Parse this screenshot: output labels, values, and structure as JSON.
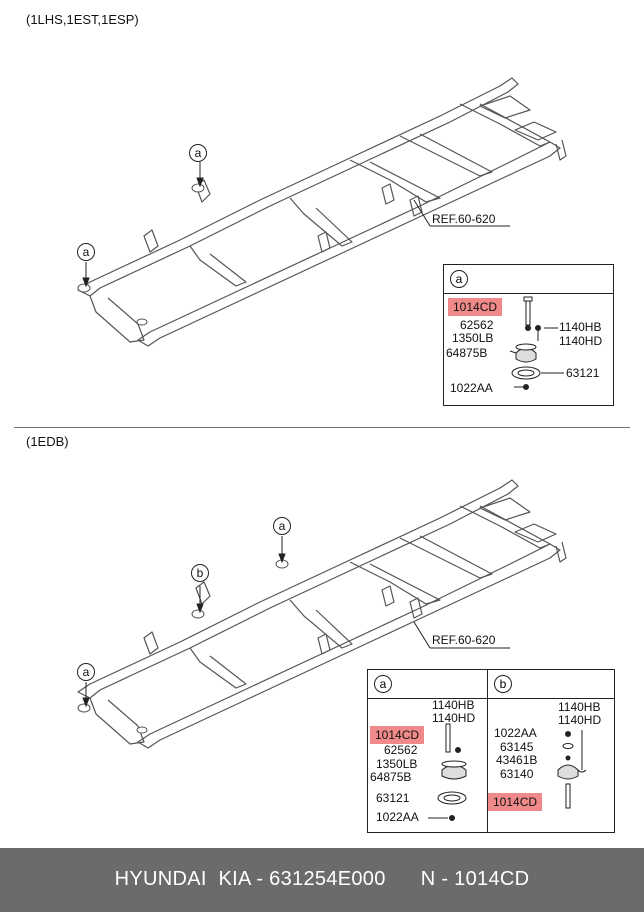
{
  "section_top": {
    "variant_label": "(1LHS,1EST,1ESP)",
    "callouts": [
      "a",
      "a"
    ],
    "ref_label": "REF.60-620",
    "detail_box": {
      "circle": "a",
      "parts": [
        "1014CD",
        "62562",
        "1350LB",
        "64875B",
        "1022AA",
        "1140HB",
        "1140HD",
        "63121"
      ]
    }
  },
  "section_bottom": {
    "variant_label": "(1EDB)",
    "callouts": [
      "a",
      "b",
      "a"
    ],
    "ref_label": "REF.60-620",
    "detail_box_a": {
      "circle": "a",
      "parts": [
        "1140HB",
        "1140HD",
        "1014CD",
        "62562",
        "1350LB",
        "64875B",
        "63121",
        "1022AA"
      ]
    },
    "detail_box_b": {
      "circle": "b",
      "parts": [
        "1140HB",
        "1140HD",
        "1022AA",
        "63145",
        "43461B",
        "63140",
        "1014CD"
      ]
    }
  },
  "highlight_part": "1014CD",
  "colors": {
    "highlight": "#f08a8a",
    "footer_bg": "#6b6b6b",
    "footer_text": "#ffffff",
    "line": "#222222"
  },
  "footer": {
    "text": "HYUNDAI  KIA - 631254E000      N - 1014CD"
  }
}
